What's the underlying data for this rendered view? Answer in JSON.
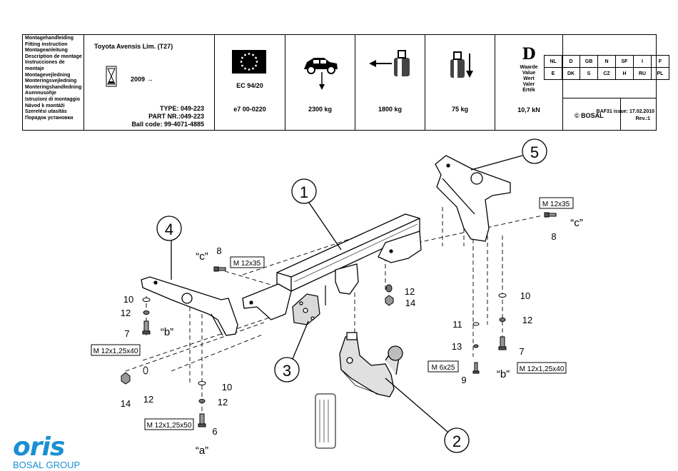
{
  "header": {
    "languages": [
      "Montagehandleiding",
      "Fitting instruction",
      "Montageanleitung",
      "Description de montage",
      "Instrucciones de montaje",
      "Montagevejledning",
      "Monteringsvejledning",
      "Monteringshandledning",
      "Asennusohje",
      "Istruzioni di montaggio",
      "Návod k montáži",
      "Szerelési utasítás",
      "Порядок установки"
    ],
    "vehicle": "Toyota Avensis Lim. (T27)",
    "year": "2009 →",
    "type_line": "TYPE: 049-223",
    "part_line": "PART NR.:049-223",
    "ball_line": "Ball code: 99-4071-4885",
    "approval": "EC 94/20",
    "approval_no": "e7  00-0220",
    "towing_mass": "2300 kg",
    "trailer_mass": "1800 kg",
    "vertical_load": "75 kg",
    "d_letter": "D",
    "d_words": [
      "Waarde",
      "Value",
      "Wert",
      "Valer",
      "Érték"
    ],
    "d_value": "10,7 kN",
    "countries": [
      [
        "NL",
        "D",
        "GB",
        "N",
        "SF",
        "I",
        "F"
      ],
      [
        "E",
        "DK",
        "S",
        "CZ",
        "H",
        "RU",
        "PL"
      ]
    ],
    "copyright": "© BOSAL",
    "issue": "BAF31 issue: 17.02.2010",
    "rev": "Rev.:1"
  },
  "diagram": {
    "callouts": [
      "1",
      "2",
      "3",
      "4",
      "5"
    ],
    "labels": {
      "l8_top": "8",
      "c_left": "“c”",
      "m12x35_left": "M 12x35",
      "l10_left": "10",
      "l12_left": "12",
      "l7_left": "7",
      "b_left": "“b”",
      "m12x125x40_left": "M 12x1,25x40",
      "l14_left": "14",
      "l12_left_b": "12",
      "l10_bot": "10",
      "l12_bot": "12",
      "m12x125x50": "M 12x1,25x50",
      "l6": "6",
      "a_lbl": "“a”",
      "l12_mid": "12",
      "l14_mid": "14",
      "m12x35_right": "M 12x35",
      "l8_right": "8",
      "c_right": "“c”",
      "l10_right": "10",
      "l11": "11",
      "l12_right": "12",
      "l13": "13",
      "l7_right": "7",
      "m6x25": "M 6x25",
      "l9": "9",
      "b_right": "“b”",
      "m12x125x40_right": "M 12x1,25x40"
    }
  },
  "logo": {
    "word": "oris",
    "group": "BOSAL GROUP",
    "color": "#1a8fd2"
  }
}
